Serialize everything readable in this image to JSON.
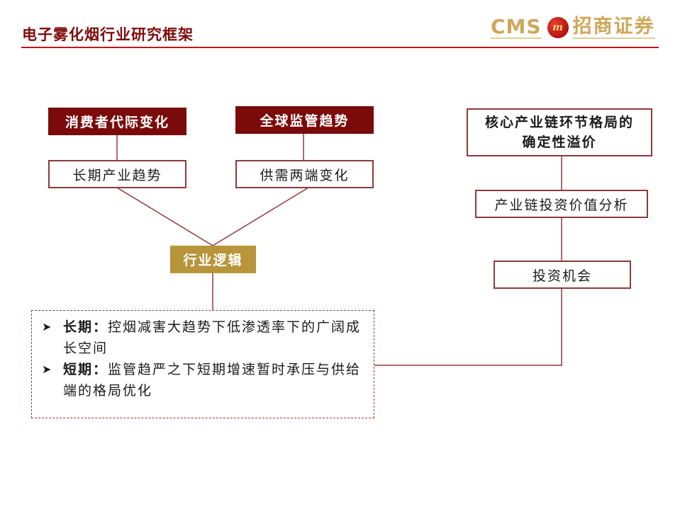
{
  "header": {
    "title": "电子雾化烟行业研究框架",
    "logo": {
      "latin": "CMS",
      "mark": "m",
      "chinese": "招商证券"
    }
  },
  "colors": {
    "dark_red": "#7b0b0b",
    "gold": "#b8953a",
    "outline": "#8f3a3a",
    "rule": "#c0151d",
    "logo_gold": "#cfa75a"
  },
  "diagram": {
    "left_branch": {
      "top_label": "消费者代际变化",
      "sub_label": "长期产业趋势"
    },
    "middle_branch": {
      "top_label": "全球监管趋势",
      "sub_label": "供需两端变化"
    },
    "merge_label": "行业逻辑",
    "logic_box": {
      "items": [
        {
          "title": "长期：",
          "text": "控烟减害大趋势下低渗透率下的广阔成长空间"
        },
        {
          "title": "短期：",
          "text": "监管趋严之下短期增速暂时承压与供给端的格局优化"
        }
      ]
    },
    "right_chain": {
      "top_label_line1": "核心产业链环节格局的",
      "top_label_line2": "确定性溢价",
      "middle_label": "产业链投资价值分析",
      "bottom_label": "投资机会"
    }
  }
}
